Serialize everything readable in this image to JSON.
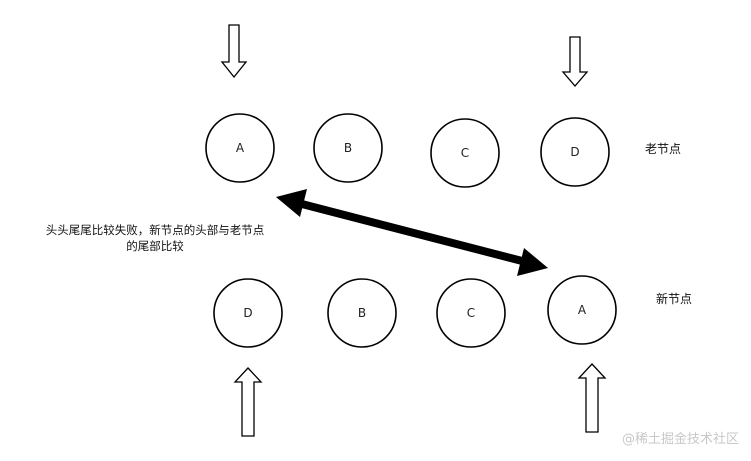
{
  "old_nodes": {
    "label": "老节点",
    "items": [
      "A",
      "B",
      "C",
      "D"
    ]
  },
  "new_nodes": {
    "label": "新节点",
    "items": [
      "D",
      "B",
      "C",
      "A"
    ]
  },
  "note": {
    "line1": "头头尾尾比较失败，新节点的头部与老节点",
    "line2": "的尾部比较"
  },
  "watermark": "@稀土掘金技术社区"
}
